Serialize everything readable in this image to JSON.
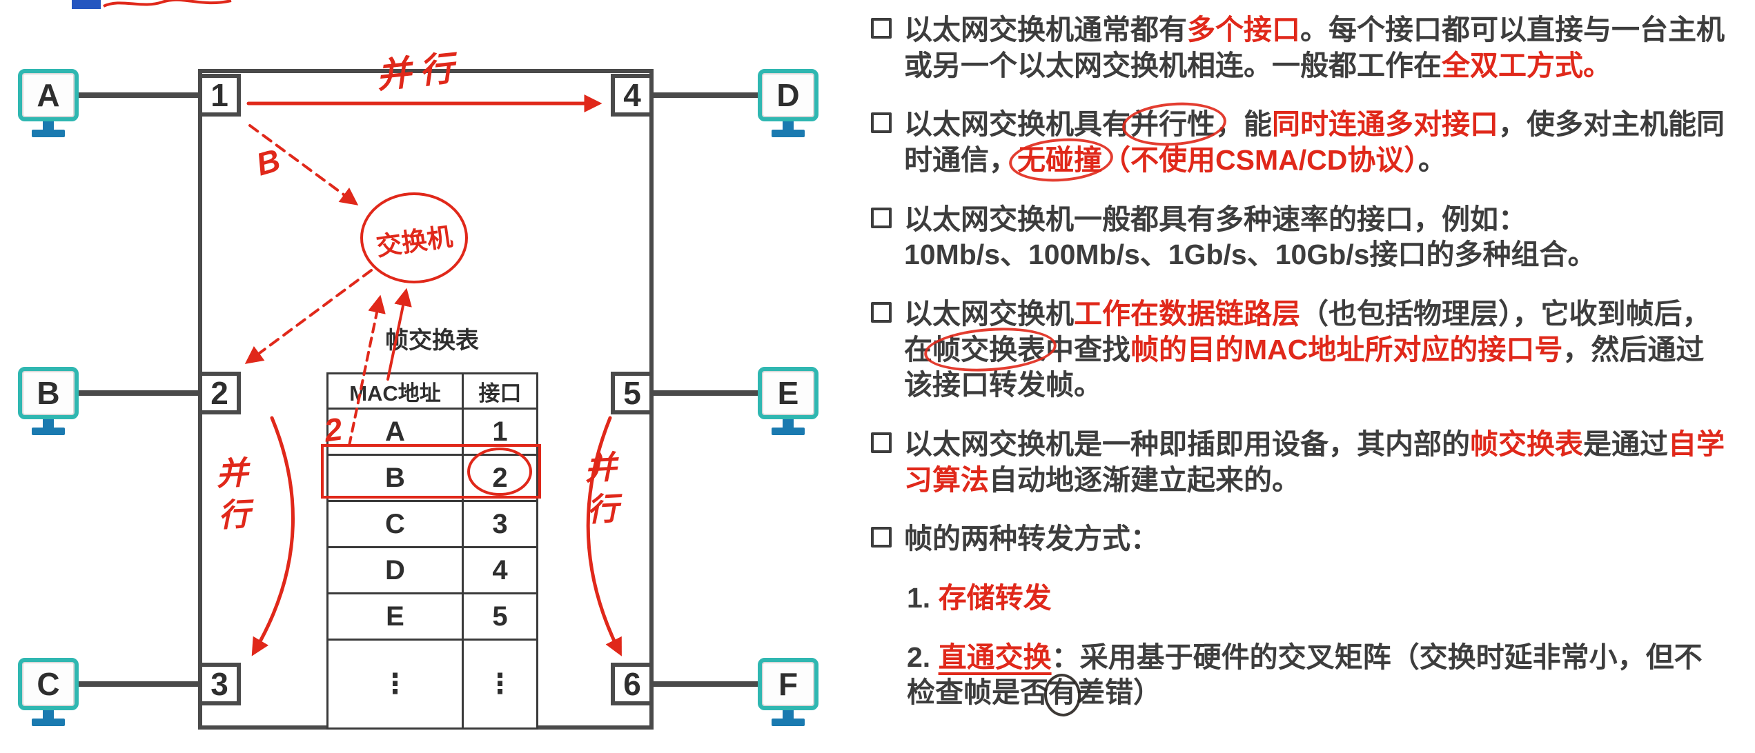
{
  "diagram": {
    "computers": [
      {
        "label": "A"
      },
      {
        "label": "B"
      },
      {
        "label": "C"
      },
      {
        "label": "D"
      },
      {
        "label": "E"
      },
      {
        "label": "F"
      }
    ],
    "ports": [
      "1",
      "2",
      "3",
      "4",
      "5",
      "6"
    ],
    "switch_circle_label": "交换机",
    "table": {
      "title": "帧交换表",
      "headers": [
        "MAC地址",
        "接口"
      ],
      "rows": [
        [
          "A",
          "1"
        ],
        [
          "B",
          "2"
        ],
        [
          "C",
          "3"
        ],
        [
          "D",
          "4"
        ],
        [
          "E",
          "5"
        ],
        [
          "⋮",
          "⋮"
        ]
      ],
      "highlighted_row": "B",
      "circled_port": "2"
    },
    "annotations": {
      "parallel_top": "并行",
      "parallel_left": "并行",
      "parallel_right": "并行",
      "hand_b": "B",
      "hand_2": "2"
    },
    "colors": {
      "annotation_red": "#e0281a",
      "wire_gray": "#4a4a4a",
      "monitor_teal": "#2fb7b1",
      "stand_blue": "#1a7ab0"
    }
  },
  "right_panel": {
    "items": [
      {
        "kind": "bullet",
        "segments": [
          {
            "t": "以太网交换机通常都有",
            "s": "n"
          },
          {
            "t": "多个接口",
            "s": "r"
          },
          {
            "t": "。每个接口都可以直接与一台主机或另一个以太网交换机相连。一般都工作在",
            "s": "n"
          },
          {
            "t": "全双工方式",
            "s": "r"
          },
          {
            "t": "。",
            "s": "r"
          }
        ]
      },
      {
        "kind": "bullet",
        "segments": [
          {
            "t": "以太网交换机具有",
            "s": "n"
          },
          {
            "t": "并行性",
            "s": "ne"
          },
          {
            "t": "，能",
            "s": "n"
          },
          {
            "t": "同时连通多对接口",
            "s": "r"
          },
          {
            "t": "，使多对主机能同时通信，",
            "s": "n"
          },
          {
            "t": "无碰撞",
            "s": "re"
          },
          {
            "t": "（不使用CSMA/CD协议）",
            "s": "r"
          },
          {
            "t": "。",
            "s": "n"
          }
        ]
      },
      {
        "kind": "bullet",
        "segments": [
          {
            "t": "以太网交换机一般都具有多种速率的接口，例如：\n",
            "s": "n"
          },
          {
            "t": "10Mb/s、100Mb/s、1Gb/s、10Gb/s接口的多种组合。",
            "s": "n"
          }
        ]
      },
      {
        "kind": "bullet",
        "segments": [
          {
            "t": "以太网交换机",
            "s": "n"
          },
          {
            "t": "工作在数据链路层",
            "s": "r"
          },
          {
            "t": "（也包括物理层），它收到帧后，在",
            "s": "n"
          },
          {
            "t": "帧交换表",
            "s": "ne"
          },
          {
            "t": "中查找",
            "s": "n"
          },
          {
            "t": "帧的目的MAC地址所对应的接口号",
            "s": "r"
          },
          {
            "t": "，然后通过该接口转发帧。",
            "s": "n"
          }
        ]
      },
      {
        "kind": "bullet",
        "segments": [
          {
            "t": "以太网交换机是一种即插即用设备，其内部的",
            "s": "n"
          },
          {
            "t": "帧交换表",
            "s": "r"
          },
          {
            "t": "是通过",
            "s": "n"
          },
          {
            "t": "自学习算法",
            "s": "r"
          },
          {
            "t": "自动地逐渐建立起来的。",
            "s": "n"
          }
        ]
      },
      {
        "kind": "bullet",
        "segments": [
          {
            "t": "帧的两种转发方式：",
            "s": "n"
          }
        ]
      },
      {
        "kind": "sub",
        "segments": [
          {
            "t": "1. ",
            "s": "n"
          },
          {
            "t": "存储转发",
            "s": "r"
          }
        ]
      },
      {
        "kind": "sub",
        "segments": [
          {
            "t": "2. ",
            "s": "n"
          },
          {
            "t": "直通交换",
            "s": "ru"
          },
          {
            "t": "：采用基于硬件的交叉矩阵（交换时延非常小，但不检查帧是否",
            "s": "n"
          },
          {
            "t": "有",
            "s": "nc"
          },
          {
            "t": "差错）",
            "s": "n"
          }
        ]
      }
    ]
  }
}
